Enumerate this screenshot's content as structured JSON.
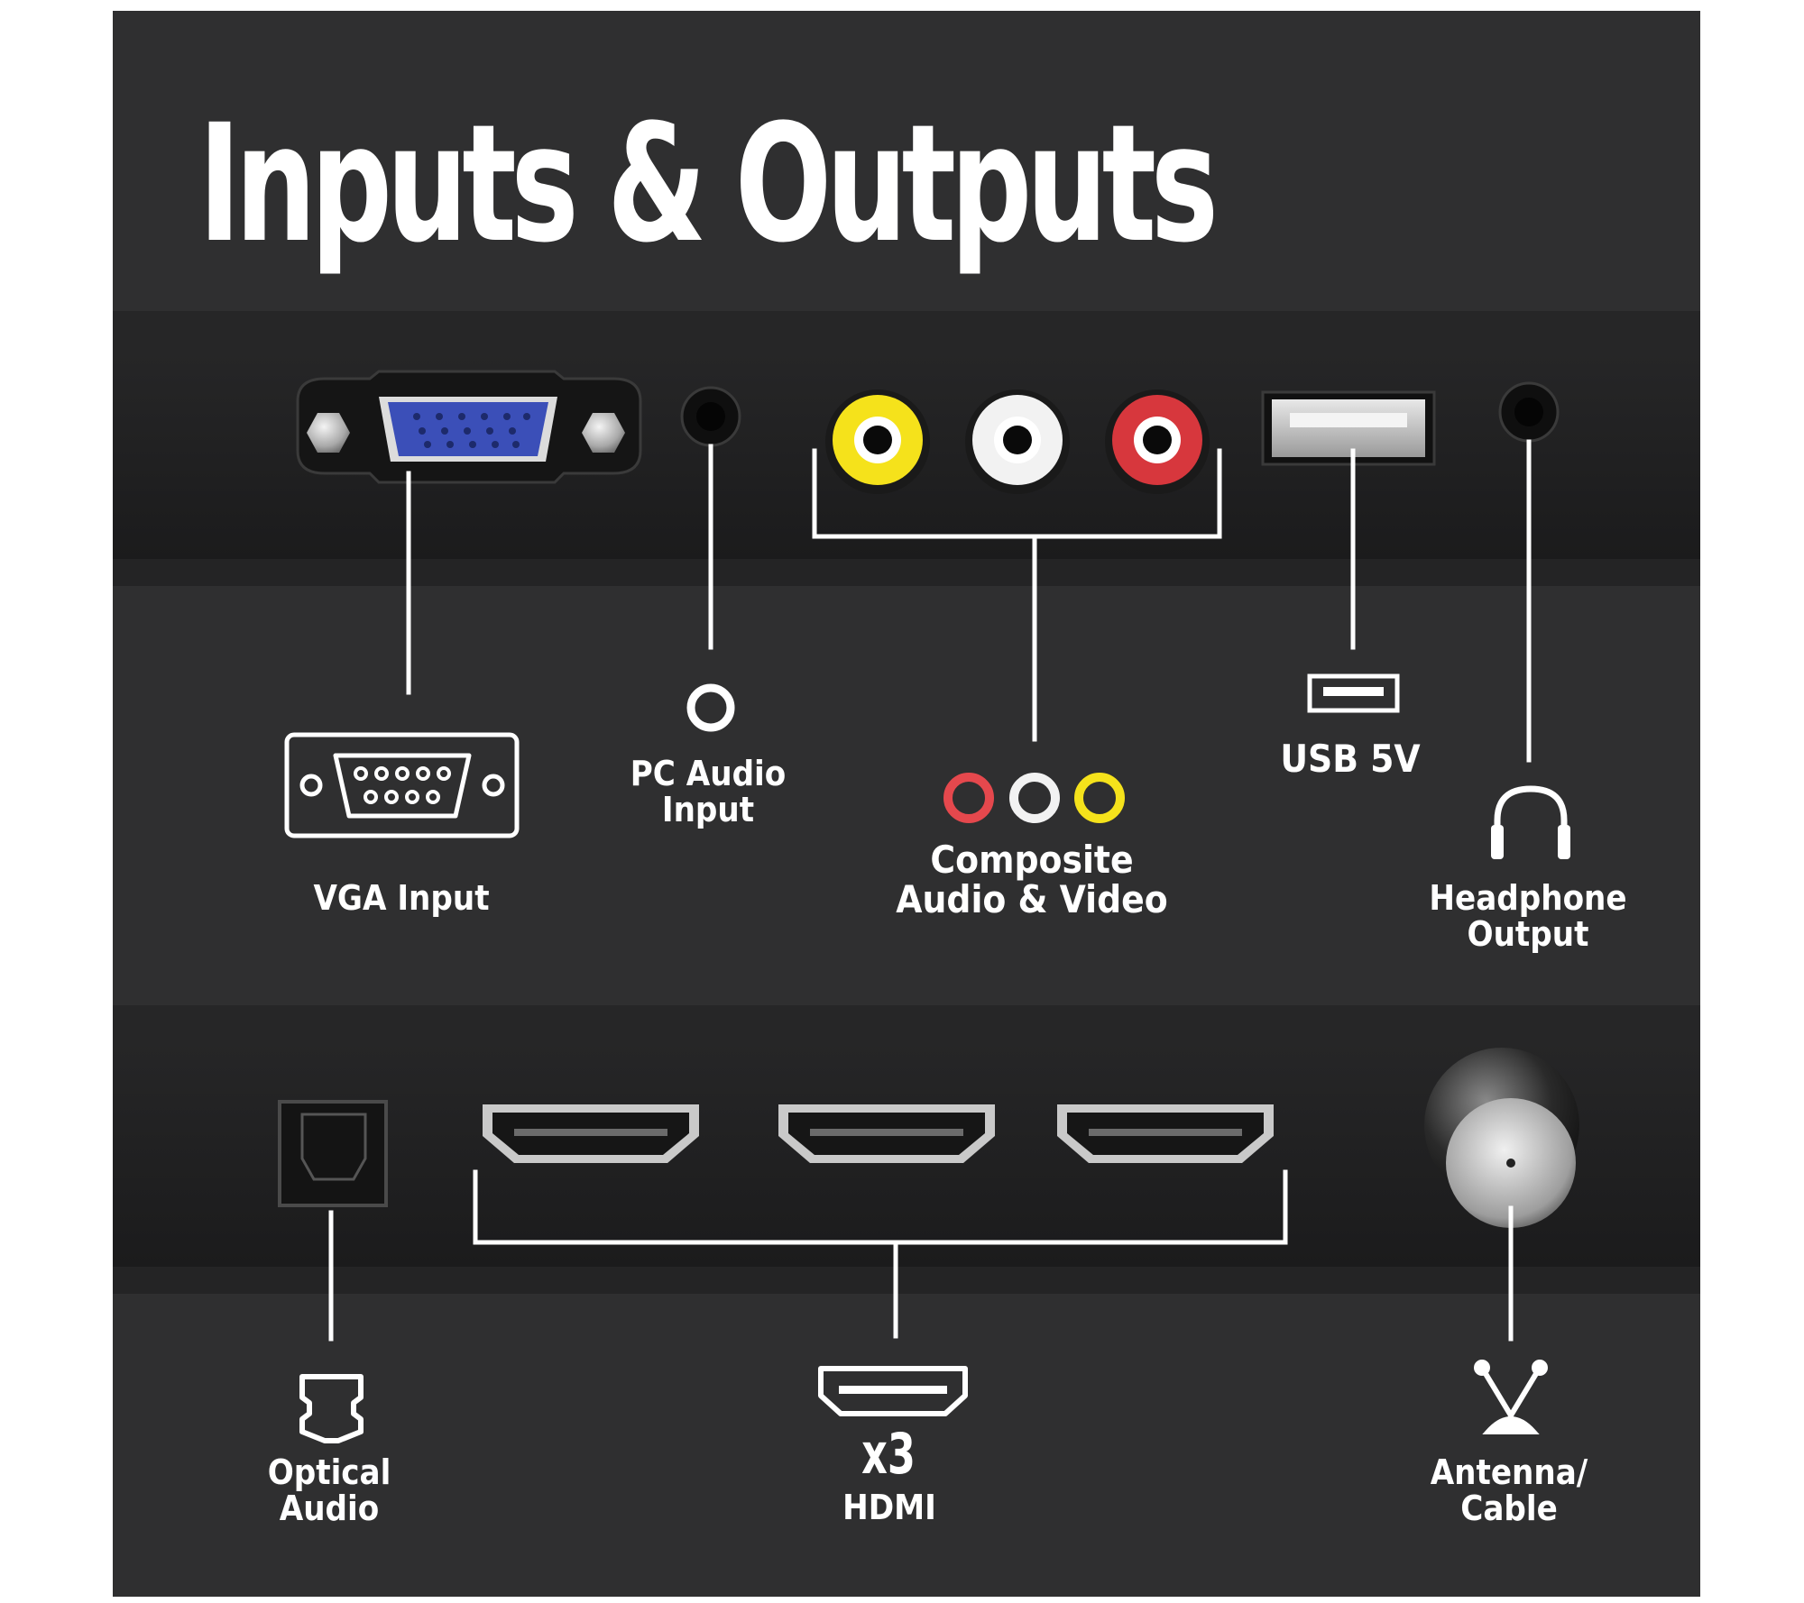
{
  "title": "Inputs & Outputs",
  "ports": {
    "vga": {
      "label": "VGA Input",
      "icon": "vga-connector-icon"
    },
    "pc_audio": {
      "line1": "PC Audio",
      "line2": "Input",
      "icon": "audio-jack-icon"
    },
    "composite": {
      "line1": "Composite",
      "line2": "Audio & Video",
      "icon": "rca-jacks-icon"
    },
    "usb": {
      "label": "USB 5V",
      "icon": "usb-icon"
    },
    "headphone": {
      "line1": "Headphone",
      "line2": "Output",
      "icon": "headphones-icon"
    },
    "optical": {
      "line1": "Optical",
      "line2": "Audio",
      "icon": "optical-audio-icon"
    },
    "hdmi": {
      "count": "x3",
      "label": "HDMI",
      "icon": "hdmi-icon"
    },
    "antenna": {
      "line1": "Antenna/",
      "line2": "Cable",
      "icon": "antenna-icon"
    }
  },
  "colors": {
    "background": "#2f2f30",
    "panel_strip": "#1e1e1f",
    "rca_yellow": "#f5e21b",
    "rca_white": "#f2f2f2",
    "rca_red": "#e5484d",
    "vga_blue": "#3b4fb8"
  }
}
